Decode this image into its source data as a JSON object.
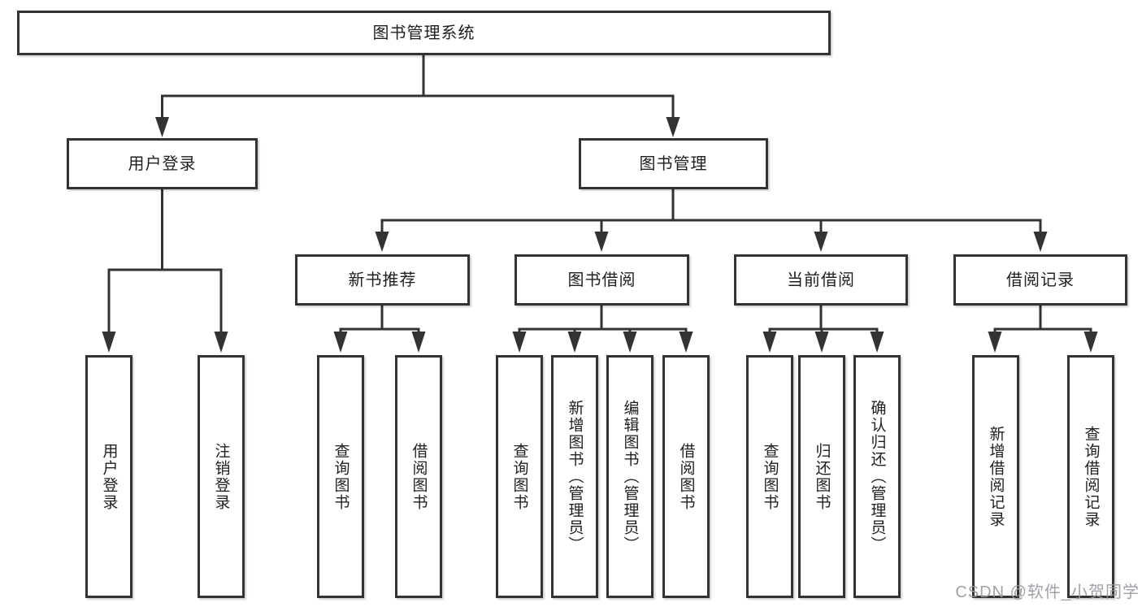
{
  "colors": {
    "line": "#333333",
    "text": "#1f1f1f",
    "box_background": "#ffffff",
    "watermark": "#97979f",
    "background": "#ffffff"
  },
  "watermark": "CSDN @软件_小贺同学",
  "nodes": {
    "root": "图书管理系统",
    "user_login": "用户登录",
    "book_mgmt": "图书管理",
    "new_book_rec": "新书推荐",
    "book_borrow": "图书借阅",
    "current_borrow": "当前借阅",
    "borrow_records": "借阅记录",
    "ul_login": "用户登录",
    "ul_logout": "注销登录",
    "nb_query": "查询图书",
    "nb_borrow": "借阅图书",
    "bb_query": "查询图书",
    "bb_add": "新增图书（管理员）",
    "bb_edit": "编辑图书（管理员）",
    "bb_borrow": "借阅图书",
    "cb_query": "查询图书",
    "cb_return": "归还图书",
    "cb_confirm": "确认归还（管理员）",
    "br_add": "新增借阅记录",
    "br_query": "查询借阅记录"
  }
}
